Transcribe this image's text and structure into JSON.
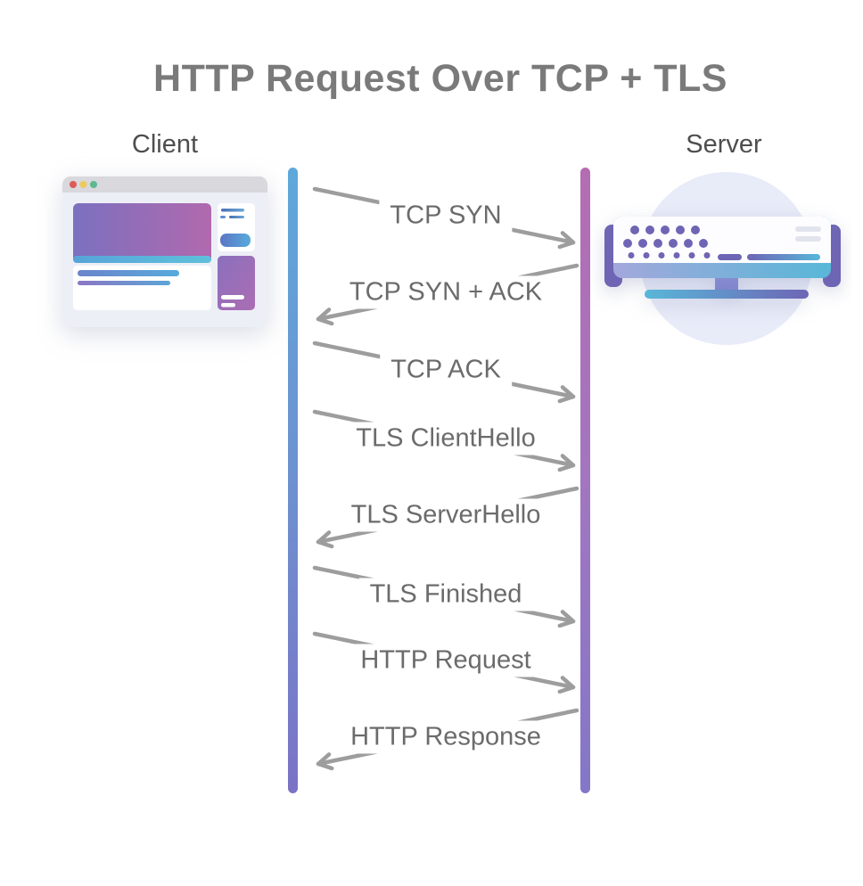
{
  "title": "HTTP Request Over TCP + TLS",
  "actors": {
    "client": "Client",
    "server": "Server"
  },
  "messages": [
    {
      "label": "TCP SYN",
      "from": "client",
      "to": "server",
      "direction": "right"
    },
    {
      "label": "TCP SYN + ACK",
      "from": "server",
      "to": "client",
      "direction": "left"
    },
    {
      "label": "TCP ACK",
      "from": "client",
      "to": "server",
      "direction": "right"
    },
    {
      "label": "TLS ClientHello",
      "from": "client",
      "to": "server",
      "direction": "right"
    },
    {
      "label": "TLS ServerHello",
      "from": "server",
      "to": "client",
      "direction": "left"
    },
    {
      "label": "TLS Finished",
      "from": "client",
      "to": "server",
      "direction": "right"
    },
    {
      "label": "HTTP Request",
      "from": "client",
      "to": "server",
      "direction": "right"
    },
    {
      "label": "HTTP Response",
      "from": "server",
      "to": "client",
      "direction": "left"
    }
  ],
  "colors": {
    "background": "#ffffff",
    "title_text": "#7a7a7a",
    "actor_text": "#4e4e4e",
    "message_text": "#6b6b6b",
    "arrow": "#9d9d9d",
    "client_lifeline_gradient": [
      "#5fa8da",
      "#6e91cf",
      "#7b73c5"
    ],
    "server_lifeline_gradient": [
      "#b46db1",
      "#a276c0",
      "#8377c8"
    ],
    "illustration_purple": "#6e65b5",
    "illustration_indigo": "#7b70bf",
    "illustration_pink": "#b169ae",
    "illustration_teal": "#58b7d8",
    "browser_dot_red": "#dd5b57",
    "browser_dot_yellow": "#eec95d",
    "browser_dot_green": "#5cb98c"
  },
  "icons": {
    "client": "browser-window-icon",
    "server": "server-icon",
    "arrow_right": "arrow-right-icon",
    "arrow_left": "arrow-left-icon"
  }
}
